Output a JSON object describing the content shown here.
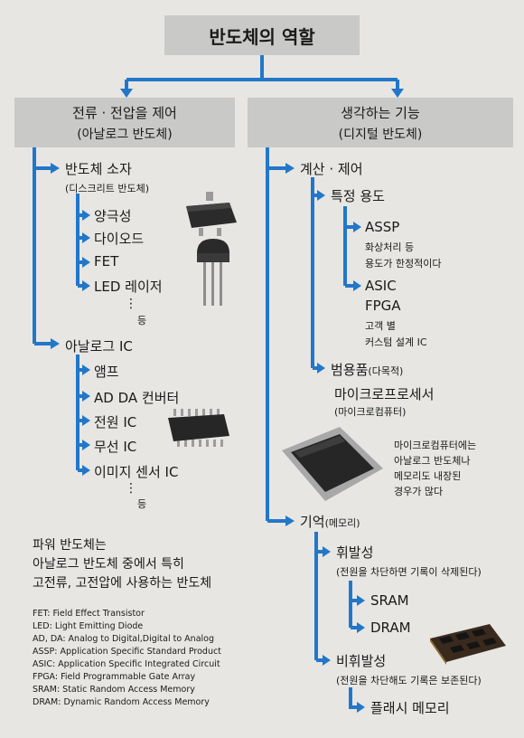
{
  "title": "반도체의 역할",
  "left_header": {
    "line1": "전류 · 전압을 제어",
    "line2": "(아날로그 반도체)"
  },
  "right_header": {
    "line1": "생각하는 기능",
    "line2": "(디지털 반도체)"
  },
  "discrete": {
    "label": "반도체 소자",
    "sub": "(디스크리트 반도체)",
    "items": [
      "양극성",
      "다이오드",
      "FET",
      "LED 레이저"
    ],
    "more": "⋮",
    "etc": "등"
  },
  "analog_ic": {
    "label": "아날로그 IC",
    "items": [
      "앰프",
      "AD DA 컨버터",
      "전원 IC",
      "무선 IC",
      "이미지 센서 IC"
    ],
    "more": "⋮",
    "etc": "등"
  },
  "power_note": [
    "파워 반도체는",
    "아날로그 반도체 중에서 특히",
    "고전류, 고전압에 사용하는 반도체"
  ],
  "abbreviations": [
    "FET: Field Effect Transistor",
    "LED: Light Emitting Diode",
    "AD, DA: Analog to Digital,Digital to Analog",
    "ASSP: Application Specific Standard Product",
    "ASIC: Application Specific Integrated Circuit",
    "FPGA: Field Programmable Gate Array",
    "SRAM: Static Random Access Memory",
    "DRAM: Dynamic Random Access Memory"
  ],
  "compute": {
    "label": "계산 · 제어",
    "specific": {
      "label": "특정 용도",
      "assp": {
        "label": "ASSP",
        "desc1": "화상처리 등",
        "desc2": "용도가 한정적이다"
      },
      "asic": {
        "label": "ASIC",
        "label2": "FPGA",
        "desc1": "고객 별",
        "desc2": "커스텀 설계 IC"
      }
    },
    "general": {
      "label": "범용품",
      "label_sub": "(다목적)",
      "item": "마이크로프로세서",
      "item_sub": "(마이크로컴퓨터)"
    },
    "note": [
      "마이크로컴퓨터에는",
      "아날로그 반도체나",
      "메모리도 내장된",
      "경우가 많다"
    ]
  },
  "memory": {
    "label": "기억",
    "label_sub": "(메모리)",
    "volatile": {
      "label": "휘발성",
      "desc": "(전원을 차단하면 기록이 삭제된다)",
      "items": [
        "SRAM",
        "DRAM"
      ]
    },
    "nonvolatile": {
      "label": "비휘발성",
      "desc": "(전원을 차단해도 기록은 보존된다)",
      "items": [
        "플래시 메모리"
      ]
    }
  },
  "colors": {
    "arrow": "#2277c9",
    "box": "#c9c9c8",
    "background": "#e7e6e3"
  }
}
